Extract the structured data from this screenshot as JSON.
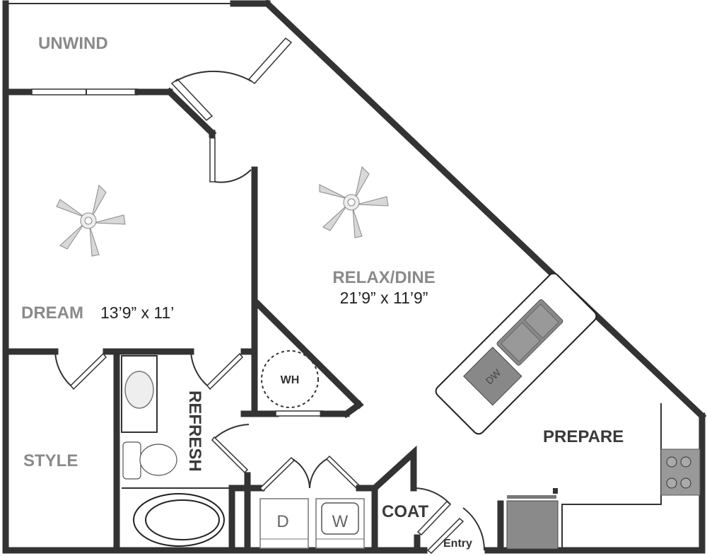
{
  "rooms": {
    "unwind": {
      "label": "UNWIND"
    },
    "dream": {
      "label": "DREAM",
      "dimensions": "13’9” x 11’"
    },
    "relax_dine": {
      "label": "RELAX/DINE",
      "dimensions": "21’9” x 11’9”"
    },
    "style": {
      "label": "STYLE"
    },
    "refresh": {
      "label": "REFRESH"
    },
    "prepare": {
      "label": "PREPARE"
    },
    "coat": {
      "label": "COAT"
    },
    "entry": {
      "label": "Entry"
    }
  },
  "fixtures": {
    "water_heater": "WH",
    "dryer": "D",
    "washer": "W",
    "dishwasher": "DW"
  },
  "colors": {
    "wall": "#333333",
    "room_label": "#8a8a8a"
  }
}
